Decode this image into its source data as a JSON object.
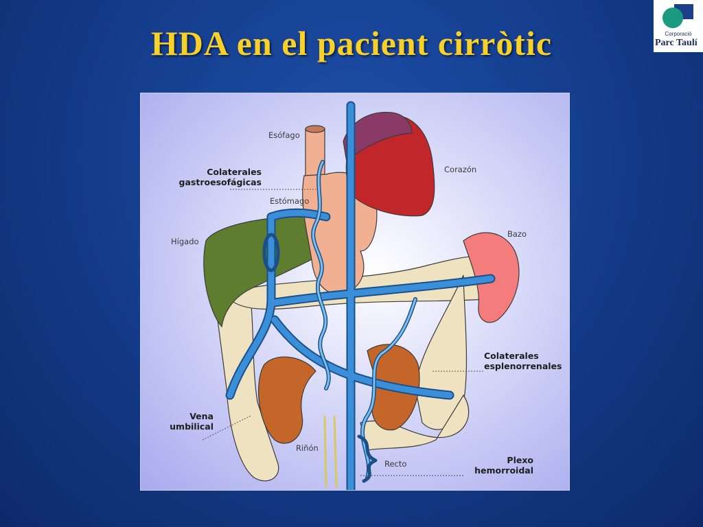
{
  "slide": {
    "title": "HDA en el pacient cirròtic",
    "logo": {
      "line1": "Corporació",
      "line2": "Parc Taulí"
    }
  },
  "diagram": {
    "labels": {
      "esofago": "Esófago",
      "colaterales_gastro_1": "Colaterales",
      "colaterales_gastro_2": "gastroesofágicas",
      "estomago": "Estómago",
      "corazon": "Corazón",
      "higado": "Hígado",
      "bazo": "Bazo",
      "colaterales_espleno_1": "Colaterales",
      "colaterales_espleno_2": "esplenorrenales",
      "vena_umbilical_1": "Vena",
      "vena_umbilical_2": "umbilical",
      "rinon": "Riñón",
      "recto": "Recto",
      "plexo_1": "Plexo",
      "plexo_2": "hemorroidal"
    },
    "colors": {
      "vein": "#3a8fd8",
      "vein_outline": "#1a4f8a",
      "heart": "#c0262a",
      "liver": "#5f7d2e",
      "stomach": "#f2b092",
      "spleen": "#f47c7c",
      "kidney": "#c4652a",
      "colon": "#eee2c0"
    }
  }
}
